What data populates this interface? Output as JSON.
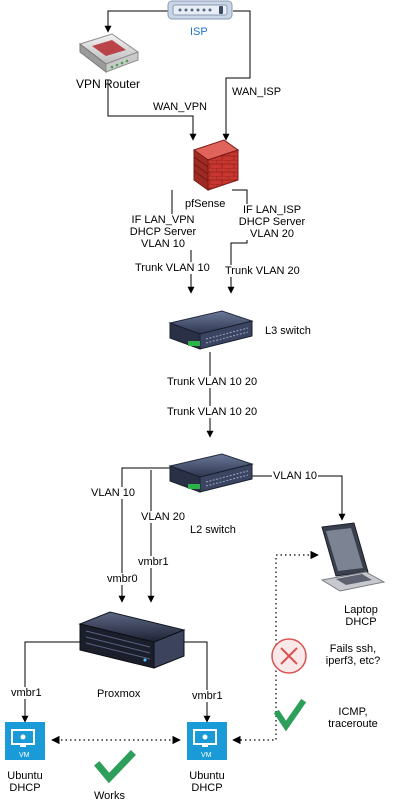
{
  "nodes": {
    "isp": "ISP",
    "vpn_router": "VPN Router",
    "pfsense": "pfSense",
    "l3_switch": "L3 switch",
    "l2_switch": "L2 switch",
    "proxmox": "Proxmox",
    "laptop": [
      "Laptop",
      "DHCP"
    ],
    "ubuntu_left": [
      "Ubuntu",
      "DHCP"
    ],
    "ubuntu_right": [
      "Ubuntu",
      "DHCP"
    ],
    "vm_badge": "VM"
  },
  "edges": {
    "wan_vpn": "WAN_VPN",
    "wan_isp": "WAN_ISP",
    "if_lan_vpn": [
      "IF LAN_VPN",
      "DHCP Server",
      "VLAN 10"
    ],
    "if_lan_isp": [
      "IF LAN_ISP",
      "DHCP Server",
      "VLAN 20"
    ],
    "trunk_vlan10": "Trunk VLAN 10",
    "trunk_vlan20": "Trunk VLAN 20",
    "trunk_l3_a": "Trunk VLAN 10 20",
    "trunk_l3_b": "Trunk VLAN 10 20",
    "vlan10_left": "VLAN 10",
    "vlan20_left": "VLAN 20",
    "vlan10_right": "VLAN 10",
    "vmbr0": "vmbr0",
    "vmbr1_mid": "vmbr1",
    "vmbr1_left": "vmbr1",
    "vmbr1_right": "vmbr1"
  },
  "status": {
    "fails": [
      "Fails ssh,",
      "iperf3, etc?"
    ],
    "icmp": [
      "ICMP,",
      "traceroute"
    ],
    "works": "Works"
  },
  "colors": {
    "check": "#2e9e5b",
    "fail": "#d9534f",
    "isp_label": "#1f73c8",
    "vm_tile": "#1a9bd7"
  }
}
